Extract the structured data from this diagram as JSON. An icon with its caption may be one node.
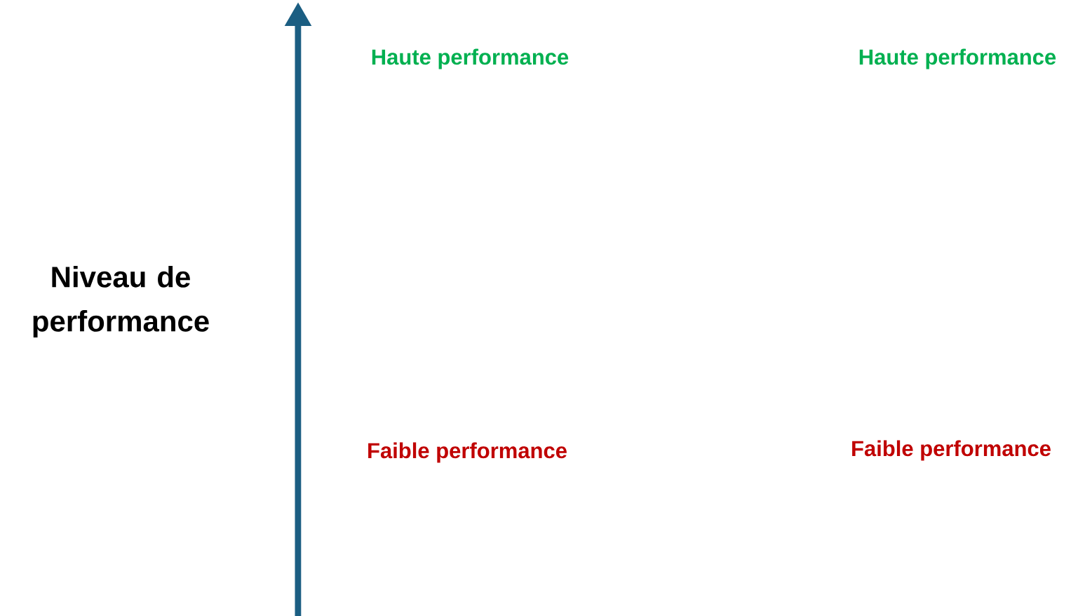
{
  "diagram": {
    "labels": [
      "Haute performance",
      "Haute performance",
      "Niveau de performance",
      "Faible performance",
      "Faible performance"
    ]
  }
}
